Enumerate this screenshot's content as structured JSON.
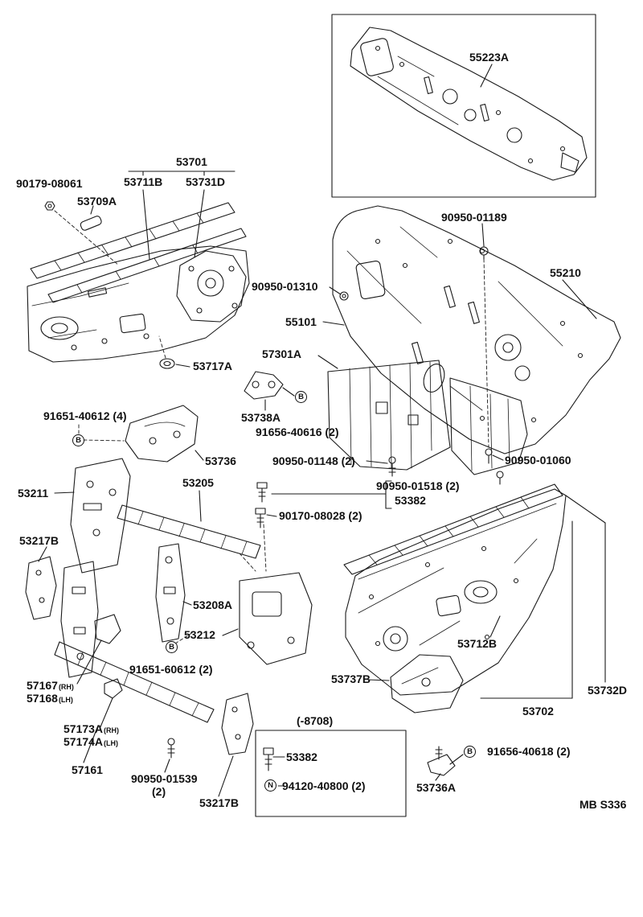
{
  "page": {
    "background": "#ffffff",
    "line_color": "#1a1a1a",
    "footer_code": "MB S336"
  },
  "markers": [
    {
      "letter": "B"
    },
    {
      "letter": "B"
    },
    {
      "letter": "B"
    },
    {
      "letter": "B"
    },
    {
      "letter": "N"
    }
  ],
  "labels": [
    {
      "text": "55223A"
    },
    {
      "text": "90179-08061"
    },
    {
      "text": "53709A"
    },
    {
      "text": "53701"
    },
    {
      "text": "53711B"
    },
    {
      "text": "53731D"
    },
    {
      "text": "90950-01189"
    },
    {
      "text": "55210"
    },
    {
      "text": "90950-01310"
    },
    {
      "text": "55101"
    },
    {
      "text": "57301A"
    },
    {
      "text": "53717A"
    },
    {
      "text": "91651-40612 (4)"
    },
    {
      "text": "53738A"
    },
    {
      "text": "91656-40616 (2)"
    },
    {
      "text": "53736"
    },
    {
      "text": "90950-01148 (2)"
    },
    {
      "text": "90950-01060"
    },
    {
      "text": "53211"
    },
    {
      "text": "53205"
    },
    {
      "text": "90950-01518 (2)"
    },
    {
      "text": "53382"
    },
    {
      "text": "90170-08028 (2)"
    },
    {
      "text": "53217B"
    },
    {
      "text": "53208A"
    },
    {
      "text": "53212"
    },
    {
      "text": "53712B"
    },
    {
      "text": "91651-60612 (2)"
    },
    {
      "text": "53737B"
    },
    {
      "text": "53732D"
    },
    {
      "text": "57167",
      "suffix": "(RH)"
    },
    {
      "text": "57168",
      "suffix": "(LH)"
    },
    {
      "text": "53702"
    },
    {
      "text": "57173A",
      "suffix": "(RH)"
    },
    {
      "text": "57174A",
      "suffix": "(LH)"
    },
    {
      "text": "57161"
    },
    {
      "text": "90950-01539"
    },
    {
      "text": "(2)"
    },
    {
      "text": "53217B"
    },
    {
      "text": "(-8708)"
    },
    {
      "text": "53382"
    },
    {
      "text": "94120-40800 (2)"
    },
    {
      "text": "91656-40618 (2)"
    },
    {
      "text": "53736A"
    }
  ]
}
